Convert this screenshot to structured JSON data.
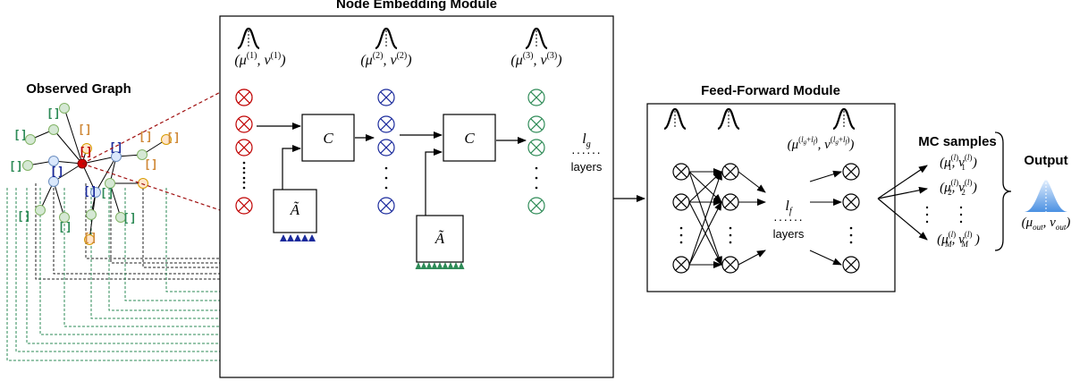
{
  "modules": {
    "observed_graph": {
      "title": "Observed Graph"
    },
    "node_embedding": {
      "title": "Node Embedding Module",
      "dist_labels": [
        "(μ(1), v(1))",
        "(μ(2), v(2))",
        "(μ(3), v(3))"
      ],
      "concat_symbol": "C",
      "adjacency_symbol": "Ã",
      "depth_symbol": "lg",
      "depth_unit": "layers"
    },
    "feed_forward": {
      "title": "Feed-Forward Module",
      "dist_label": "(μ(lg+lf), v(lg+lf))",
      "depth_symbol": "lf",
      "depth_unit": "layers"
    },
    "mc_samples": {
      "title": "MC samples",
      "labels": [
        "(μ1(l), v1(l))",
        "(μ2(l), v2(l))",
        "(μM(l), vM(l))"
      ]
    },
    "output": {
      "title": "Output",
      "label": "(μout, vout)"
    }
  },
  "graph_node_label": "[ ]",
  "colors": {
    "red": "#c00000",
    "blue": "#1a2a9c",
    "green": "#2e8b57",
    "orange": "#d08a3a",
    "node_green_fill": "#d5e8d4",
    "node_green_stroke": "#82b366",
    "node_blue_fill": "#dae8fc",
    "node_blue_stroke": "#6c8ebf",
    "node_orange_fill": "#ffe6cc",
    "node_orange_stroke": "#d79b00"
  }
}
